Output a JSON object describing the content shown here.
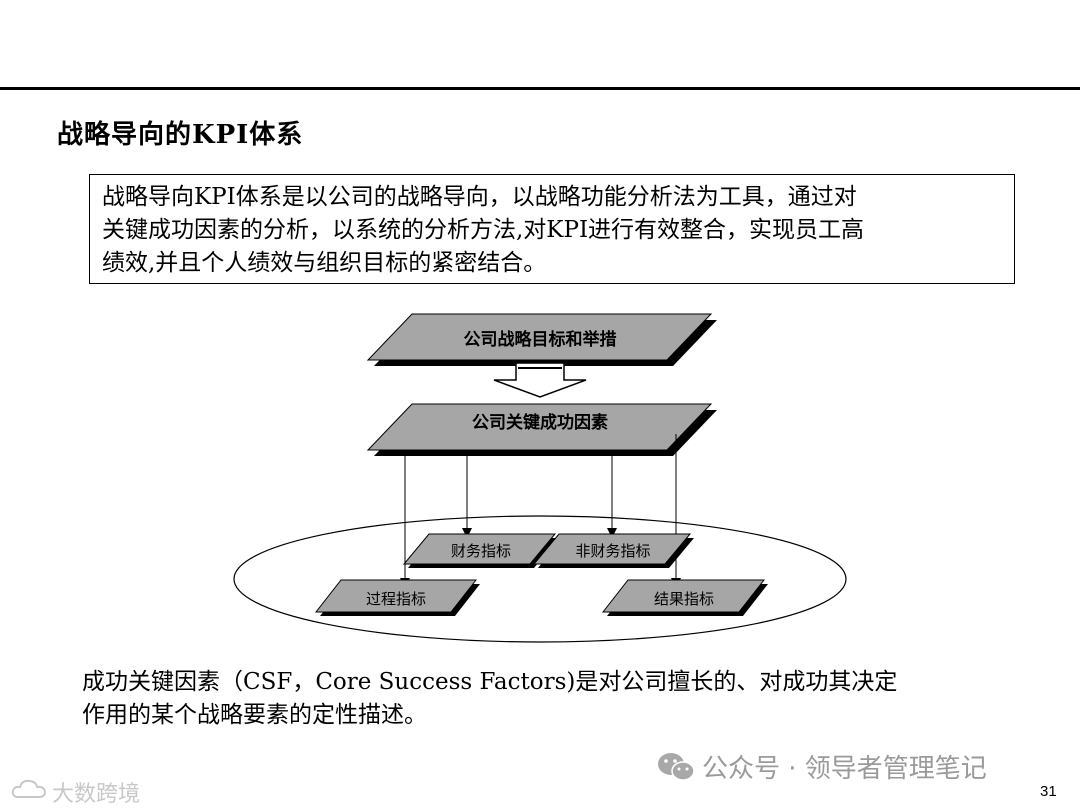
{
  "title": "战略导向的KPI体系",
  "definition_lines": [
    "战略导向KPI体系是以公司的战略导向，以战略功能分析法为工具，通过对",
    "关键成功因素的分析，以系统的分析方法,对KPI进行有效整合，实现员工高",
    "绩效,并且个人绩效与组织目标的紧密结合。"
  ],
  "diagram": {
    "top_box": "公司战略目标和举措",
    "csf_box": "公司关键成功因素",
    "financial": "财务指标",
    "non_financial": "非财务指标",
    "process": "过程指标",
    "result": "结果指标",
    "box_fill": "#a6a6a6",
    "shadow": "#000000"
  },
  "note_lines": [
    "成功关键因素（CSF，Core Success Factors)是对公司擅长的、对成功其决定",
    "作用的某个战略要素的定性描述。"
  ],
  "watermark": {
    "icon": "wechat-icon",
    "text": "公众号 · 领导者管理笔记",
    "corner_icon": "cloud-logo-icon",
    "corner_text": "大数跨境"
  },
  "page_number": "31"
}
